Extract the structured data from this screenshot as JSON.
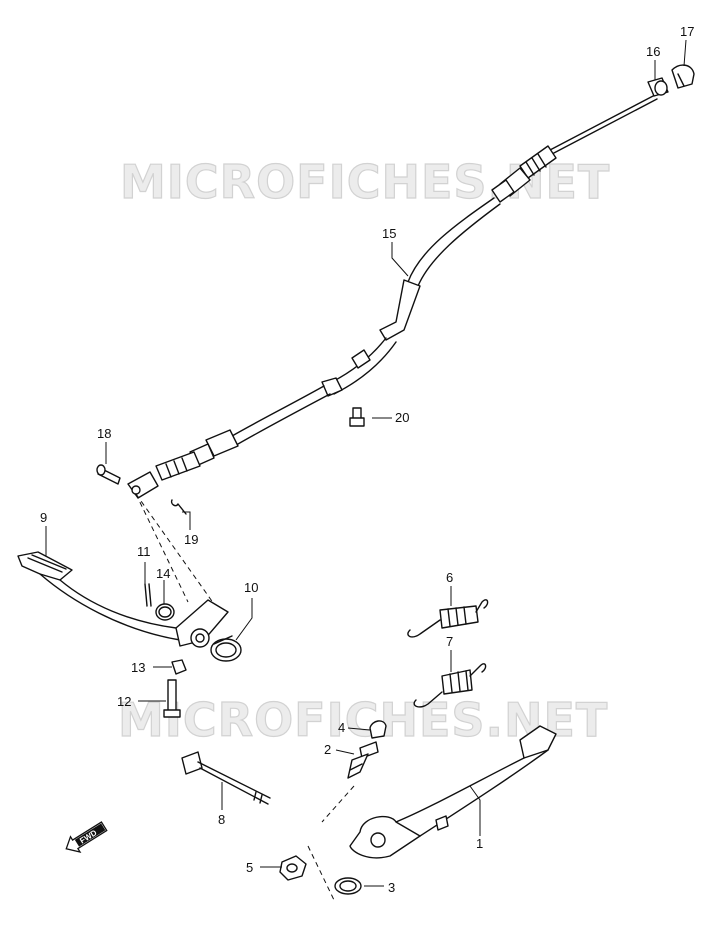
{
  "watermark": {
    "text_top": "MICROFICHES.NET",
    "text_bottom": "MICROFICHES.NET"
  },
  "fwd_badge": {
    "text": "FWD",
    "icon": "fwd-arrow-icon"
  },
  "callouts": [
    {
      "id": "1",
      "text": "1"
    },
    {
      "id": "2",
      "text": "2"
    },
    {
      "id": "3",
      "text": "3"
    },
    {
      "id": "4",
      "text": "4"
    },
    {
      "id": "5",
      "text": "5"
    },
    {
      "id": "6",
      "text": "6"
    },
    {
      "id": "7",
      "text": "7"
    },
    {
      "id": "8",
      "text": "8"
    },
    {
      "id": "9",
      "text": "9"
    },
    {
      "id": "10",
      "text": "10"
    },
    {
      "id": "11",
      "text": "11"
    },
    {
      "id": "12",
      "text": "12"
    },
    {
      "id": "13",
      "text": "13"
    },
    {
      "id": "14",
      "text": "14"
    },
    {
      "id": "15",
      "text": "15"
    },
    {
      "id": "16",
      "text": "16"
    },
    {
      "id": "17",
      "text": "17"
    },
    {
      "id": "18",
      "text": "18"
    },
    {
      "id": "19",
      "text": "19"
    },
    {
      "id": "20",
      "text": "20"
    }
  ]
}
